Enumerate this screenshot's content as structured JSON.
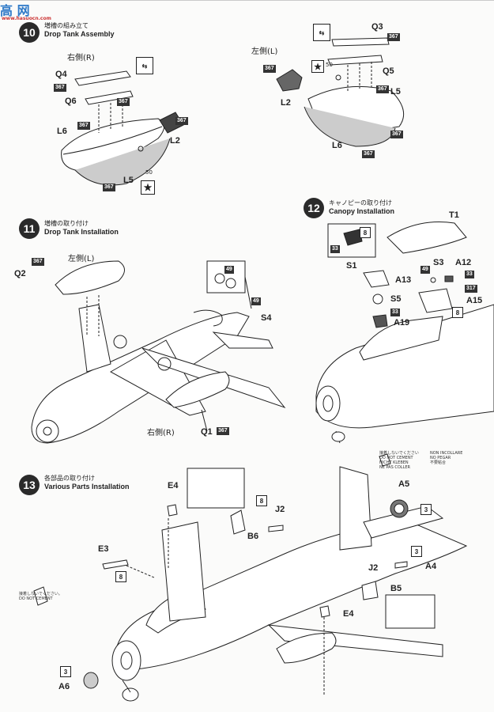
{
  "watermark": {
    "logo_text": "高 网",
    "url": "www.hasuocn.com"
  },
  "step10": {
    "number": "10",
    "jp": "増槽の組み立て",
    "en": "Drop Tank Assembly",
    "left": {
      "side": "右側(R)",
      "parts": [
        "Q4",
        "Q6",
        "L6",
        "L2",
        "L5"
      ],
      "codes": [
        "367",
        "367",
        "367",
        "367",
        "367"
      ],
      "decal": "50"
    },
    "right": {
      "side": "左側(L)",
      "parts": [
        "Q3",
        "Q5",
        "L5",
        "L2",
        "L6"
      ],
      "codes": [
        "367",
        "367",
        "367",
        "367",
        "367"
      ],
      "decal": "50"
    }
  },
  "step11": {
    "number": "11",
    "jp": "増槽の取り付け",
    "en": "Drop Tank Installation",
    "side_l": "左側(L)",
    "side_r": "右側(R)",
    "parts": [
      "Q2",
      "S4",
      "Q1"
    ],
    "codes": [
      "367",
      "49",
      "49",
      "367"
    ]
  },
  "step12": {
    "number": "12",
    "jp": "キャノピーの取り付け",
    "en": "Canopy Installation",
    "parts": [
      "T1",
      "S1",
      "S3",
      "A12",
      "A13",
      "S5",
      "A19",
      "A15"
    ],
    "codes": [
      "8",
      "33",
      "49",
      "33",
      "33",
      "317",
      "8"
    ]
  },
  "step13": {
    "number": "13",
    "jp": "各部品の取り付け",
    "en": "Various Parts Installation",
    "parts": [
      "E4",
      "J2",
      "B6",
      "E3",
      "A5",
      "A4",
      "J2",
      "B5",
      "E4",
      "A6"
    ],
    "codes": [
      "8",
      "8",
      "3",
      "3",
      "3"
    ]
  },
  "notice_left": [
    "接着しないでください。",
    "DO NOT CEMENT"
  ],
  "notice_right": [
    "接着しないでください",
    "DO NOT CEMENT",
    "NICHT KLEBEN",
    "NE PAS COLLER",
    "NON INCOLLARE",
    "NO PEGAR",
    "不要粘合"
  ]
}
